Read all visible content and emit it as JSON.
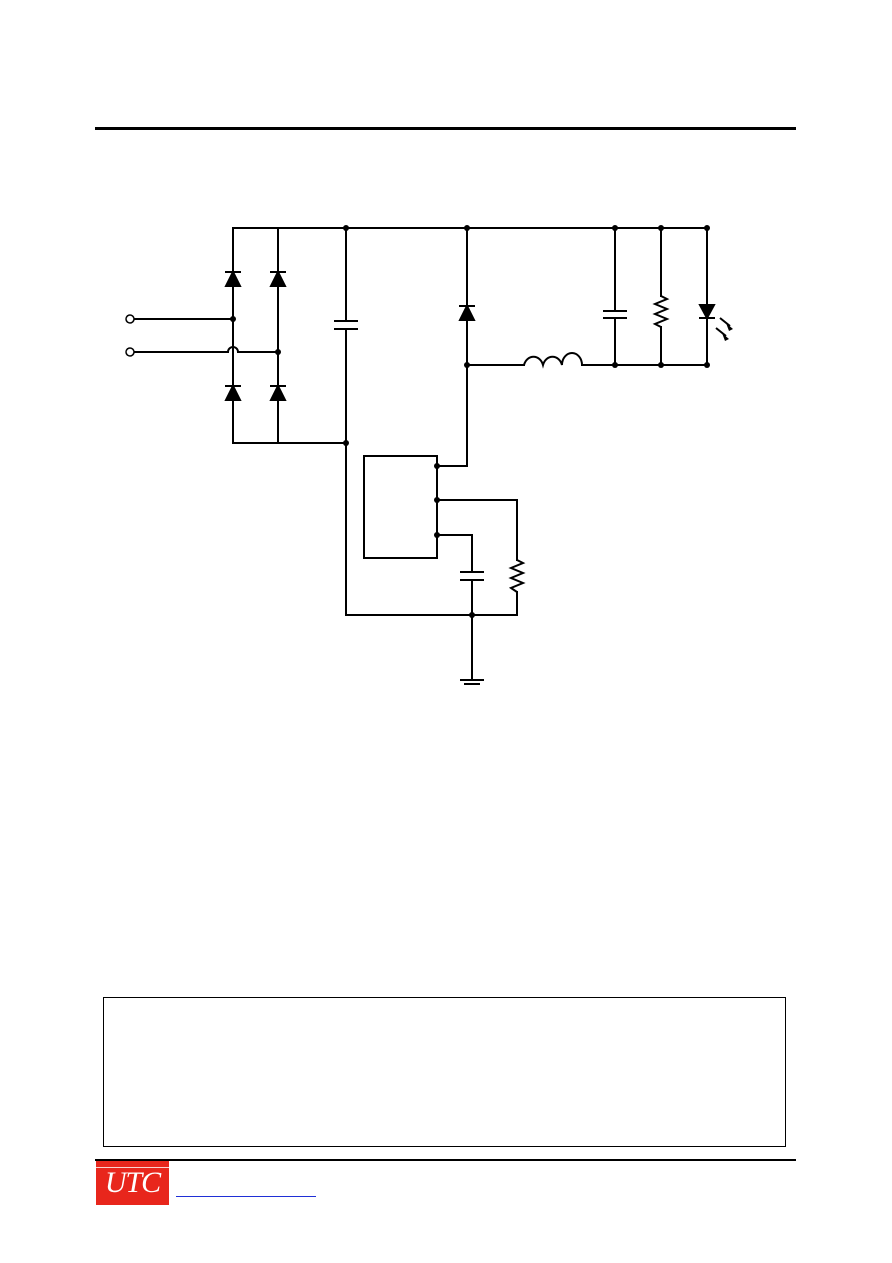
{
  "header": {},
  "schematic": {
    "components": [
      "bridge-rectifier",
      "bulk-capacitor",
      "freewheel-diode",
      "inductor",
      "output-capacitor",
      "output-resistor",
      "led",
      "controller-ic",
      "timing-capacitor",
      "sense-resistor",
      "ground"
    ]
  },
  "disclaimer": {
    "text": ""
  },
  "footer": {
    "logo_text": "UTC",
    "website_text": "",
    "colors": {
      "logo_bg": "#e8261c",
      "link": "#1f2fd6"
    }
  }
}
